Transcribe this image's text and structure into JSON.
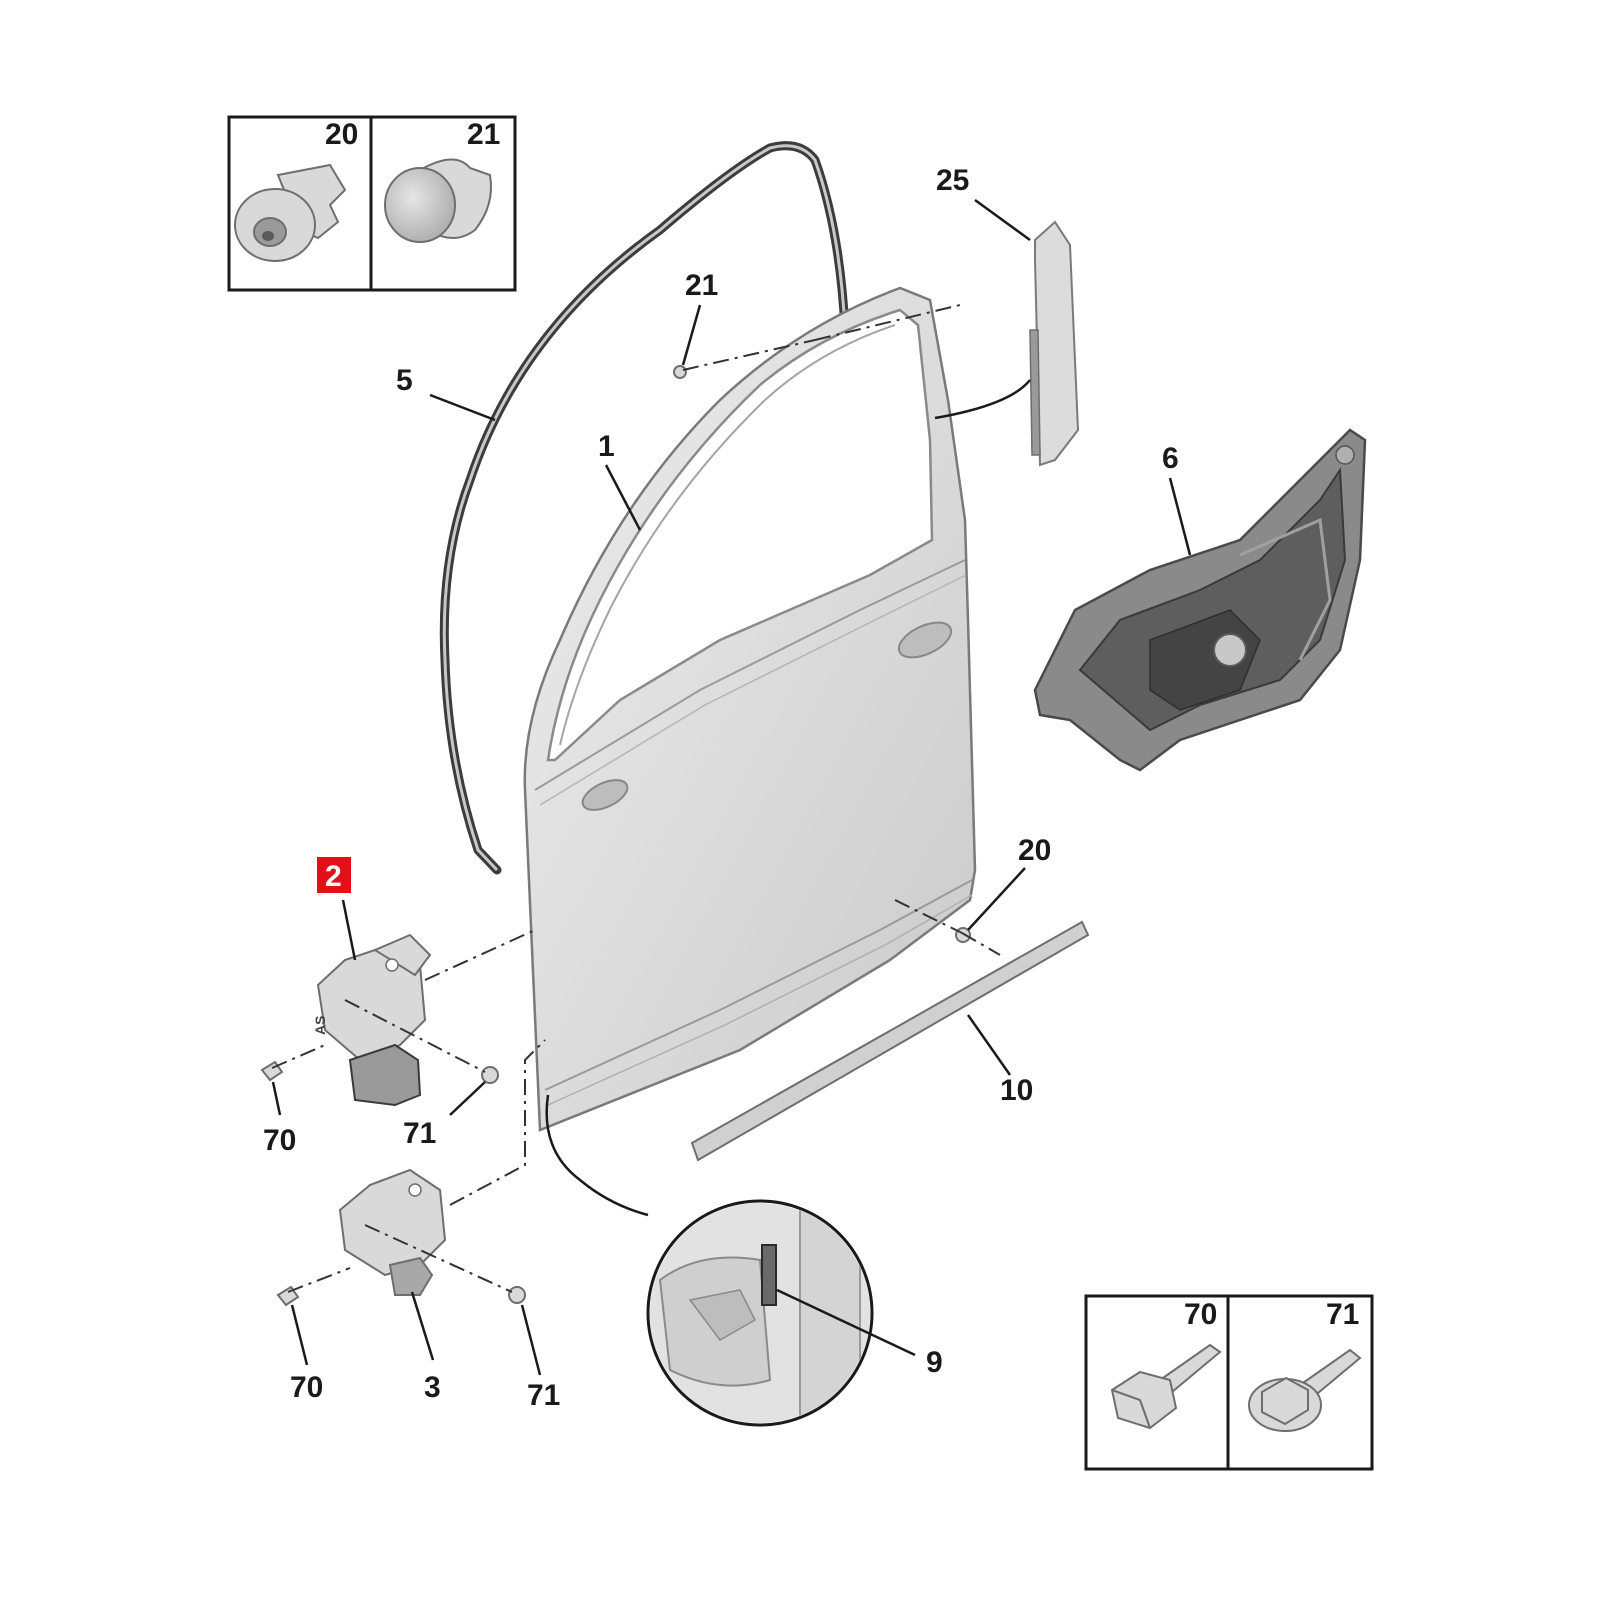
{
  "callouts": {
    "part_1": "1",
    "part_2": "2",
    "part_3": "3",
    "part_5": "5",
    "part_6": "6",
    "part_9": "9",
    "part_10": "10",
    "part_20_door": "20",
    "part_21_door": "21",
    "part_25": "25",
    "part_70_upper": "70",
    "part_70_lower": "70",
    "part_71_upper": "71",
    "part_71_lower": "71"
  },
  "legend_clips": {
    "left_label": "20",
    "right_label": "21"
  },
  "legend_bolts": {
    "left_label": "70",
    "right_label": "71"
  },
  "colors": {
    "highlight": "#e3101a",
    "line": "#1a1a1a",
    "part_fill": "#d9d9d9",
    "part_dark": "#6a6a6a"
  }
}
